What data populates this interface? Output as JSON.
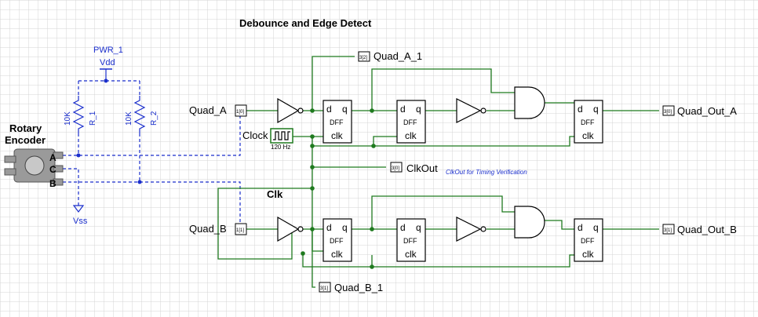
{
  "title": "Debounce and Edge Detect",
  "power": {
    "name": "PWR_1",
    "vdd": "Vdd",
    "vss": "Vss"
  },
  "resistors": [
    {
      "name": "R_1",
      "value": "10K"
    },
    {
      "name": "R_2",
      "value": "10K"
    }
  ],
  "encoder": {
    "label_line1": "Rotary",
    "label_line2": "Encoder",
    "pins": [
      "A",
      "C",
      "B"
    ]
  },
  "inputs": {
    "quad_a": "Quad_A",
    "quad_b": "Quad_B"
  },
  "clock": {
    "label": "Clock",
    "freq": "120 Hz",
    "net": "Clk"
  },
  "outputs": {
    "quad_a_1": "Quad_A_1",
    "quad_out_a": "Quad_Out_A",
    "clkout": "ClkOut",
    "clkout_note": "ClkOut for Timing Verification",
    "quad_out_b": "Quad_Out_B",
    "quad_b_1": "Quad_B_1"
  },
  "port_tags": {
    "quad_a_in": "1[0]",
    "quad_b_in": "1[1]",
    "quad_a_1": "3[2]",
    "quad_out_a": "3[0]",
    "clkout": "3[0]",
    "quad_out_b": "3[1]",
    "quad_b_1": "3[1]"
  },
  "dff": {
    "d": "d",
    "q": "q",
    "name": "DFF",
    "clk": "clk"
  },
  "colors": {
    "wire": "#1f7a1f",
    "power": "#1a2ecc",
    "grid": "#d4d4d4"
  }
}
